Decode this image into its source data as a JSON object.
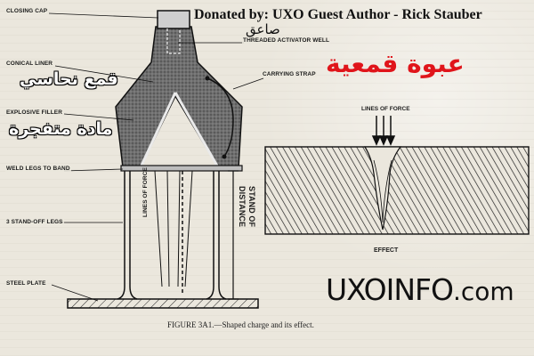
{
  "credit": "Donated by: UXO Guest Author - Rick Stauber",
  "arabic": {
    "title": "عبوة قمعية",
    "detonator": "صاعق",
    "copper_liner": "قمع نحاسي",
    "explosive": "مادة متفجرة"
  },
  "labels": {
    "closing_cap": "CLOSING CAP",
    "threaded_well": "THREADED ACTIVATOR WELL",
    "carrying_strap": "CARRYING STRAP",
    "conical_liner": "CONICAL LINER",
    "explosive_filler": "EXPLOSIVE FILLER",
    "weld_legs": "WELD LEGS TO BAND",
    "standoff_legs": "3 STAND-OFF LEGS",
    "steel_plate": "STEEL PLATE",
    "lines_of_force_jet": "LINES OF FORCE",
    "standoff_distance": "STAND OF DISTANCE",
    "lines_of_force_top": "LINES OF FORCE",
    "effect": "EFFECT"
  },
  "brand": {
    "name": "UXOINFO",
    "tld": ".com"
  },
  "caption": "FIGURE 3A1.—Shaped charge and its effect.",
  "colors": {
    "red_arabic": "#e0151b",
    "paper": "#ebe7dd",
    "ink": "#1f1f1f"
  }
}
